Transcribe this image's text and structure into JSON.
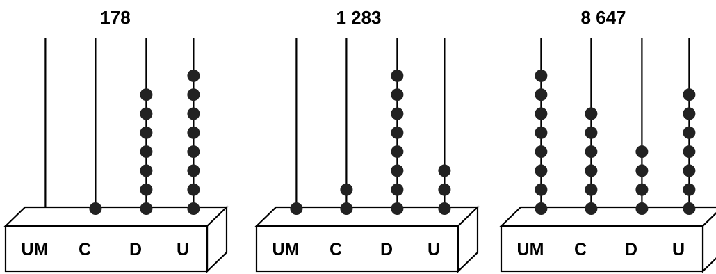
{
  "abacuses": [
    {
      "number": "178",
      "columns": [
        {
          "label": "UM",
          "beads": 0
        },
        {
          "label": "C",
          "beads": 1
        },
        {
          "label": "D",
          "beads": 7
        },
        {
          "label": "U",
          "beads": 8
        }
      ]
    },
    {
      "number": "1 283",
      "columns": [
        {
          "label": "UM",
          "beads": 1
        },
        {
          "label": "C",
          "beads": 2
        },
        {
          "label": "D",
          "beads": 8
        },
        {
          "label": "U",
          "beads": 3
        }
      ]
    },
    {
      "number": "8 647",
      "columns": [
        {
          "label": "UM",
          "beads": 8
        },
        {
          "label": "C",
          "beads": 6
        },
        {
          "label": "D",
          "beads": 4
        },
        {
          "label": "U",
          "beads": 7
        }
      ]
    }
  ],
  "colors": {
    "ink": "#000000",
    "box_fill": "#ffffff",
    "bead": "#222222"
  }
}
